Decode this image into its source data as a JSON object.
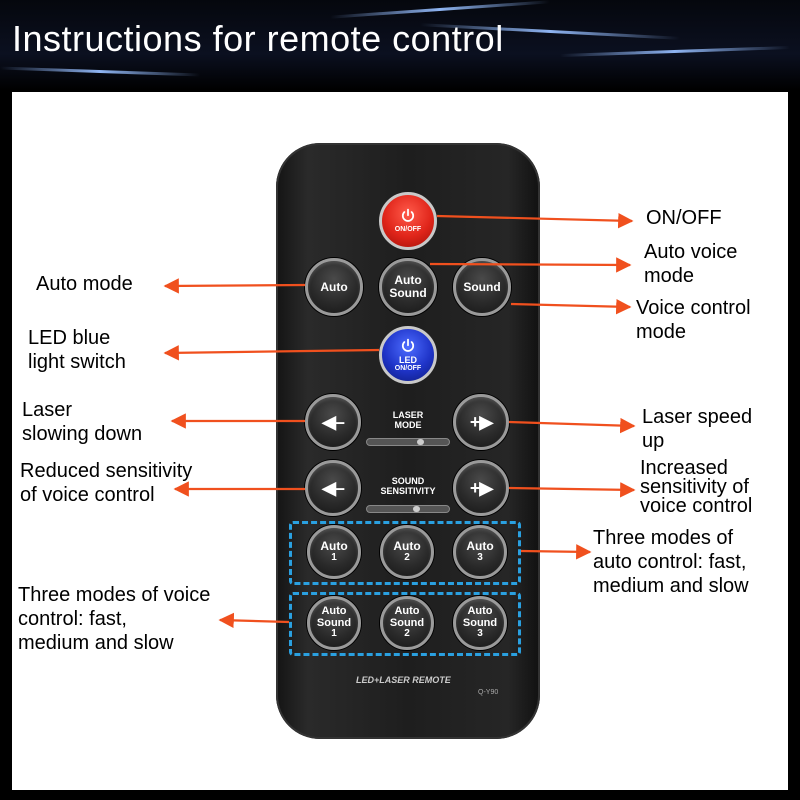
{
  "title": "Instructions for remote control",
  "remote": {
    "power_button": "ON/OFF",
    "auto_button": "Auto",
    "auto_sound_button": [
      "Auto",
      "Sound"
    ],
    "sound_button": "Sound",
    "led_button": [
      "LED",
      "ON/OFF"
    ],
    "minus_arrow": "◀–",
    "plus_arrow": "+▶",
    "laser_mode_label": [
      "LASER",
      "MODE"
    ],
    "sound_sensitivity_label": [
      "SOUND",
      "SENSITIVITY"
    ],
    "auto_1": [
      "Auto",
      "1"
    ],
    "auto_2": [
      "Auto",
      "2"
    ],
    "auto_3": [
      "Auto",
      "3"
    ],
    "auto_sound_1": [
      "Auto",
      "Sound",
      "1"
    ],
    "auto_sound_2": [
      "Auto",
      "Sound",
      "2"
    ],
    "auto_sound_3": [
      "Auto",
      "Sound",
      "3"
    ],
    "brand": "LED+LASER REMOTE",
    "model": "Q-Y90"
  },
  "labels": {
    "on_off": "ON/OFF",
    "auto_voice_mode": [
      "Auto voice",
      "mode"
    ],
    "auto_mode": "Auto mode",
    "voice_control_mode": [
      "Voice control",
      "mode"
    ],
    "led_blue_light_switch": [
      "LED blue",
      "light switch"
    ],
    "laser_slowing_down": [
      "Laser",
      "slowing down"
    ],
    "laser_speed_up": [
      "Laser speed",
      "up"
    ],
    "reduced_sensitivity": [
      "Reduced sensitivity",
      "of voice control"
    ],
    "increased_sensitivity": [
      "Increased",
      "sensitivity of",
      "voice control"
    ],
    "three_modes_auto": [
      "Three modes of",
      "auto control: fast,",
      "medium and slow"
    ],
    "three_modes_voice": [
      "Three modes of voice",
      "control: fast,",
      "medium and slow"
    ]
  },
  "colors": {
    "arrow": "#f0501e",
    "dash": "#2aa0e0",
    "power_red": "#e0251a",
    "led_blue": "#1f34c8"
  }
}
